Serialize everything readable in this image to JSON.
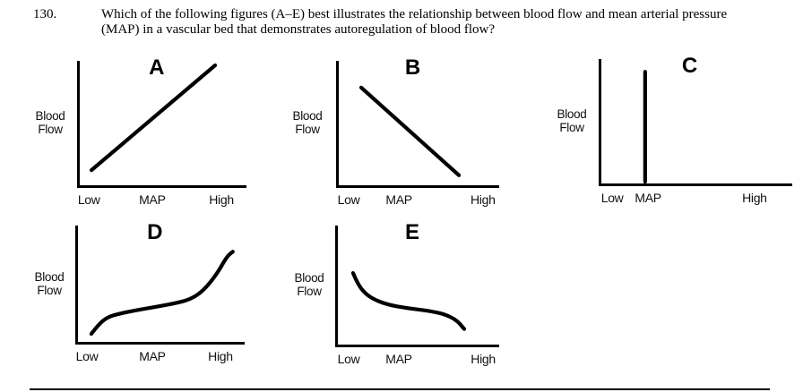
{
  "page": {
    "question_number": "130.",
    "question_line1": "Which of the following figures (A–E) best illustrates the relationship between blood flow and mean arterial pressure",
    "question_line2": "(MAP) in a vascular bed that demonstrates autoregulation of blood flow?"
  },
  "chart_data": {
    "type": "line",
    "title": "Blood flow versus mean arterial pressure (MAP), figures A–E",
    "axes": {
      "xlabel": "MAP",
      "ylabel": "Blood Flow",
      "x_range_labels": [
        "Low",
        "High"
      ],
      "grid": false
    },
    "figures": [
      {
        "label": "A",
        "ylabel": "Blood Flow",
        "shape": "straight line, linear increase of flow with MAP",
        "x_ticks": [
          {
            "label": "Low",
            "pos": 0.07
          },
          {
            "label": "MAP",
            "pos": 0.444
          },
          {
            "label": "High",
            "pos": 0.852
          }
        ],
        "points": [
          [
            0.085,
            0.14
          ],
          [
            0.815,
            0.965
          ]
        ]
      },
      {
        "label": "B",
        "ylabel": "Blood Flow",
        "shape": "straight line, linear decrease of flow with MAP",
        "x_ticks": [
          {
            "label": "Low",
            "pos": 0.077
          },
          {
            "label": "MAP",
            "pos": 0.385
          },
          {
            "label": "High",
            "pos": 0.9
          }
        ],
        "points": [
          [
            0.154,
            0.79
          ],
          [
            0.753,
            0.1
          ]
        ]
      },
      {
        "label": "C",
        "ylabel": "Blood Flow",
        "shape": "vertical line: all flow values at one low MAP",
        "x_ticks": [
          {
            "label": "Low",
            "pos": 0.07
          },
          {
            "label": "MAP",
            "pos": 0.255
          },
          {
            "label": "High",
            "pos": 0.805
          }
        ],
        "points": [
          [
            0.24,
            0.035
          ],
          [
            0.24,
            0.9
          ]
        ]
      },
      {
        "label": "D",
        "ylabel": "Blood Flow",
        "shape": "sigmoid: steep rise, flat autoregulatory plateau at mid MAP, steep rise at high MAP",
        "x_ticks": [
          {
            "label": "Low",
            "pos": 0.069
          },
          {
            "label": "MAP",
            "pos": 0.455
          },
          {
            "label": "High",
            "pos": 0.857
          }
        ],
        "points": [
          [
            0.095,
            0.09
          ],
          [
            0.138,
            0.17
          ],
          [
            0.19,
            0.23
          ],
          [
            0.26,
            0.26
          ],
          [
            0.365,
            0.29
          ],
          [
            0.49,
            0.32
          ],
          [
            0.6,
            0.35
          ],
          [
            0.68,
            0.38
          ],
          [
            0.755,
            0.45
          ],
          [
            0.835,
            0.59
          ],
          [
            0.895,
            0.74
          ],
          [
            0.93,
            0.78
          ]
        ]
      },
      {
        "label": "E",
        "ylabel": "Blood Flow",
        "shape": "steep fall from high flow, flat plateau at mid MAP, further fall at high MAP",
        "x_ticks": [
          {
            "label": "Low",
            "pos": 0.082
          },
          {
            "label": "MAP",
            "pos": 0.388
          },
          {
            "label": "High",
            "pos": 0.902
          }
        ],
        "points": [
          [
            0.109,
            0.61
          ],
          [
            0.131,
            0.54
          ],
          [
            0.169,
            0.46
          ],
          [
            0.224,
            0.4
          ],
          [
            0.317,
            0.35
          ],
          [
            0.443,
            0.32
          ],
          [
            0.568,
            0.3
          ],
          [
            0.672,
            0.27
          ],
          [
            0.743,
            0.22
          ],
          [
            0.787,
            0.15
          ]
        ]
      }
    ]
  }
}
